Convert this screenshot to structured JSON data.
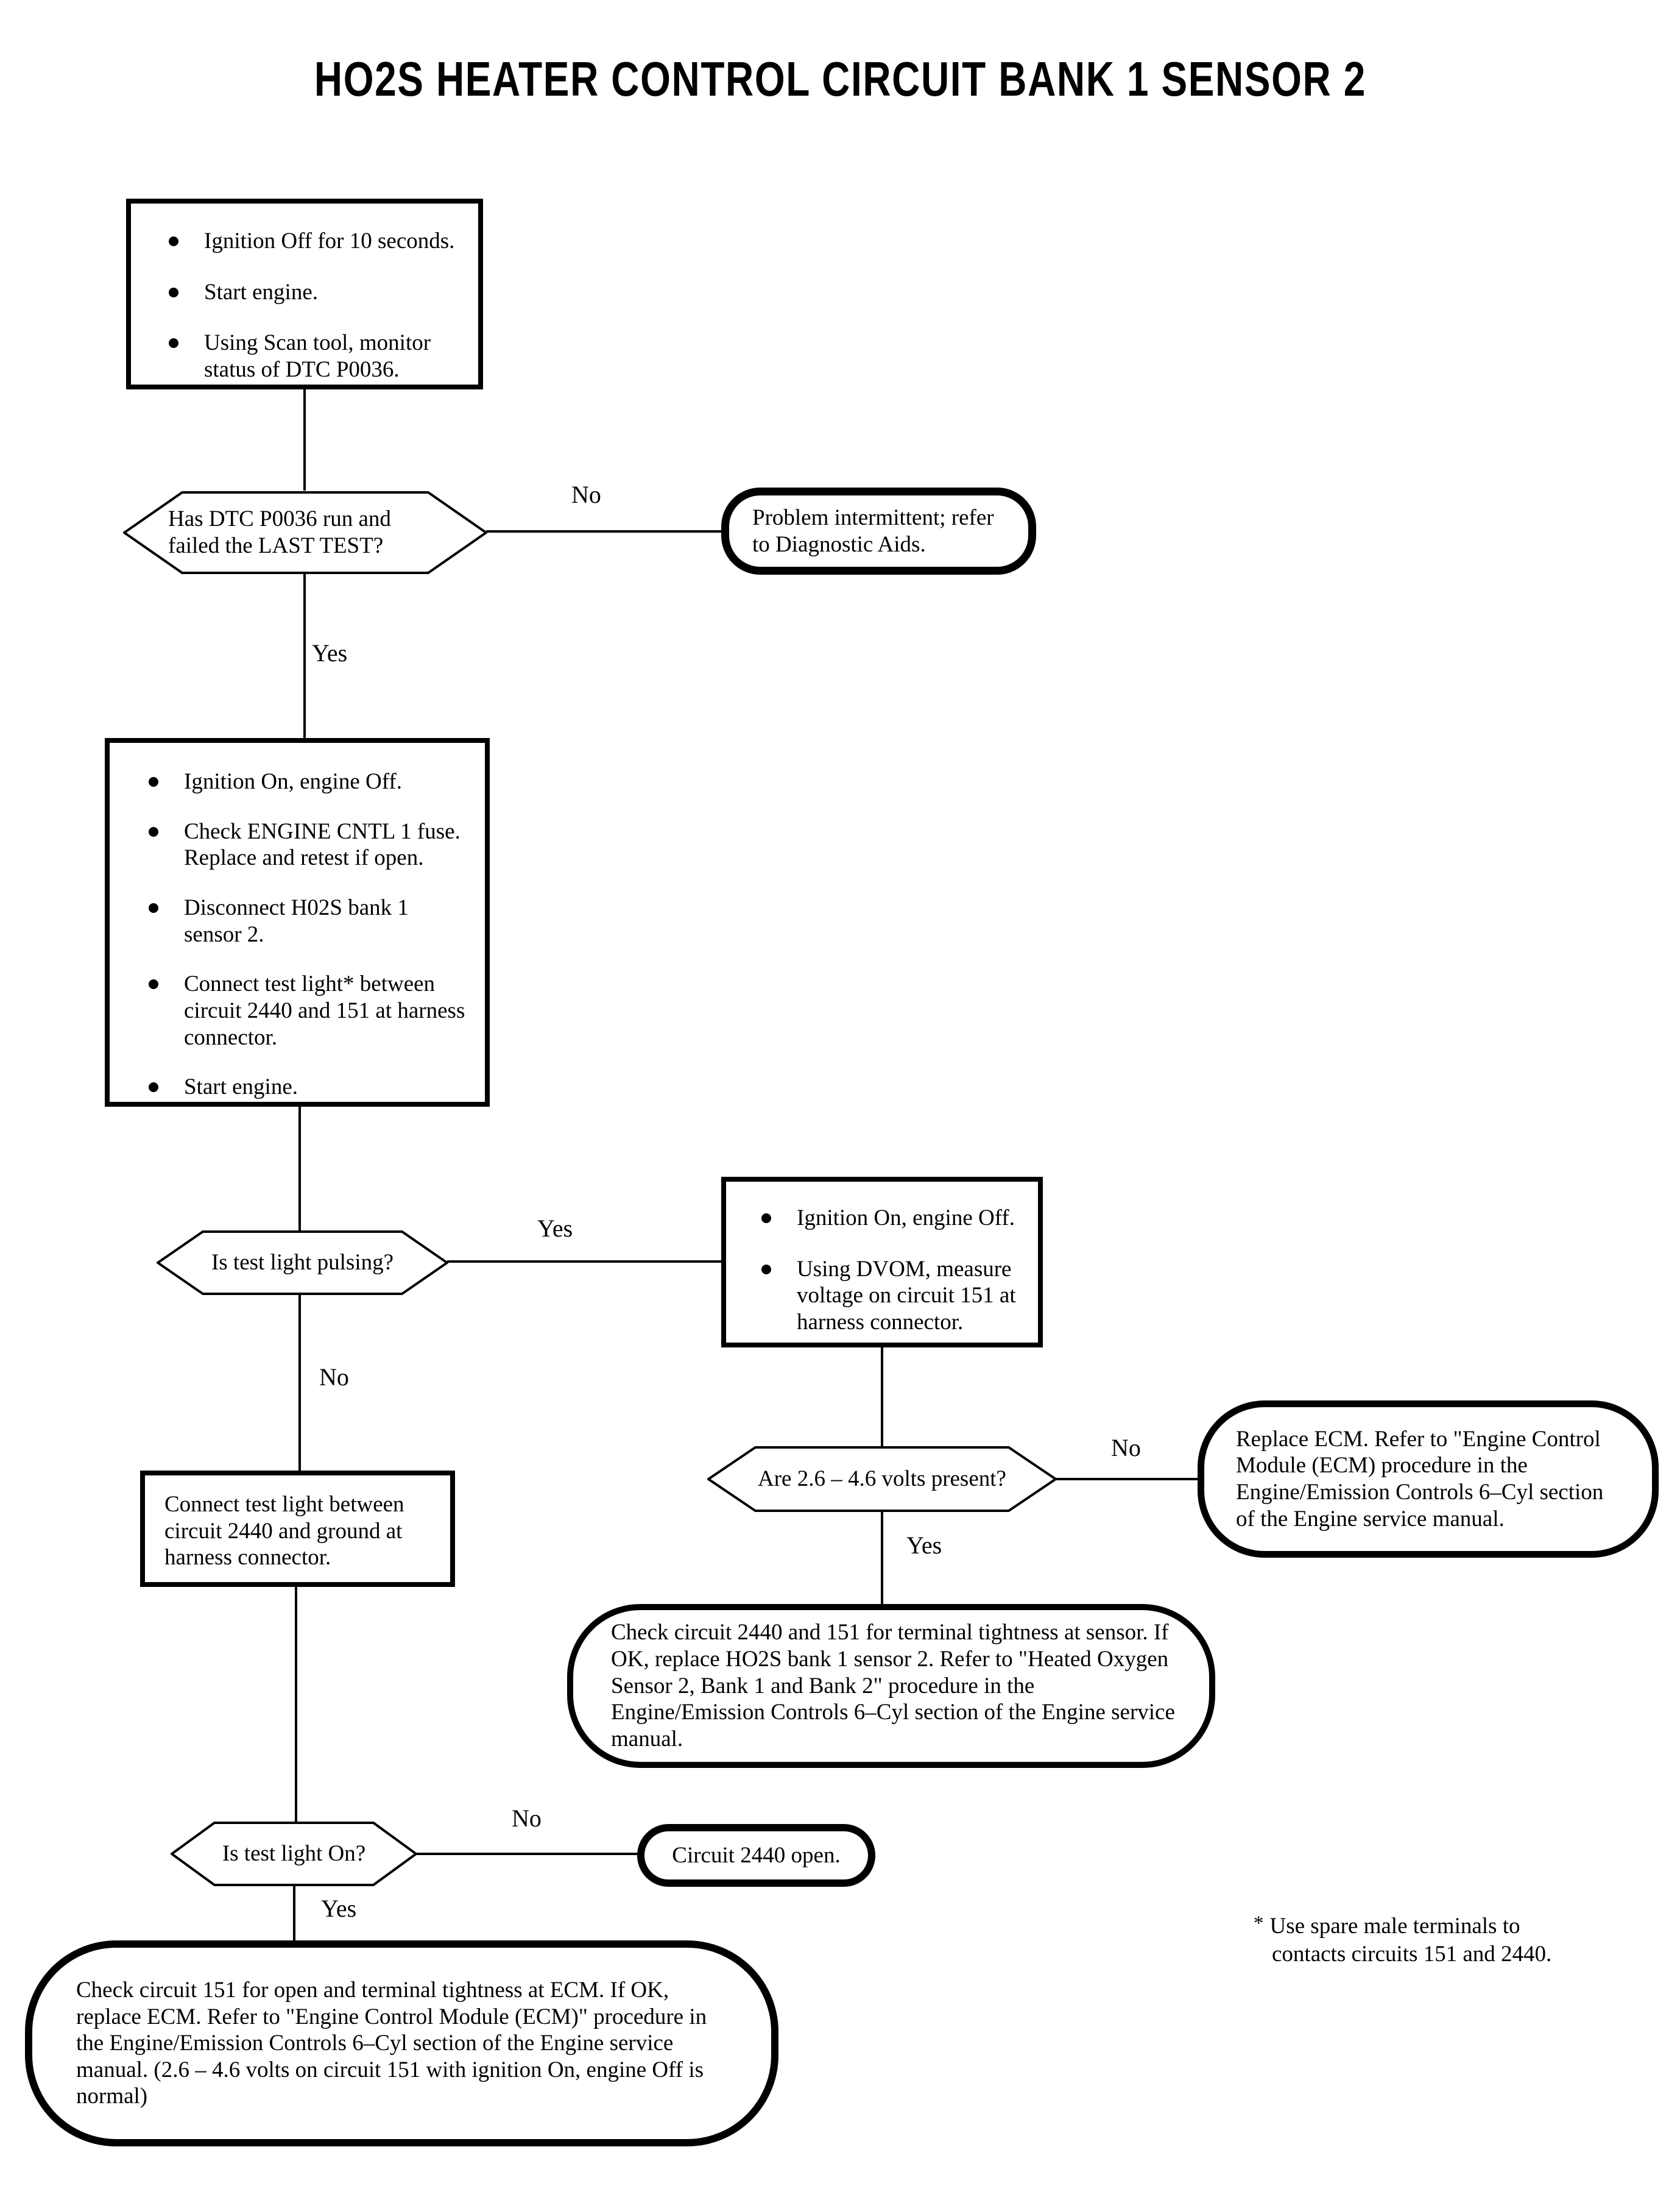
{
  "title": "HO2S HEATER CONTROL CIRCUIT BANK 1 SENSOR 2",
  "labels": {
    "yes": "Yes",
    "no": "No"
  },
  "nodes": {
    "step1": {
      "items": [
        "Ignition Off for 10 seconds.",
        "Start engine.",
        "Using Scan tool, monitor status of DTC P0036."
      ]
    },
    "decision_dtc_run": {
      "label": "Has DTC P0036 run and failed the LAST TEST?"
    },
    "terminal_intermittent": {
      "label": "Problem intermittent; refer to Diagnostic Aids."
    },
    "step2": {
      "items": [
        "Ignition On, engine Off.",
        "Check ENGINE CNTL 1 fuse. Replace and retest if open.",
        "Disconnect H02S bank 1 sensor 2.",
        "Connect test light* between circuit 2440 and 151 at harness connector.",
        "Start engine."
      ]
    },
    "decision_pulsing": {
      "label": "Is test light pulsing?"
    },
    "step3": {
      "items": [
        "Ignition On, engine Off.",
        "Using DVOM, measure voltage on circuit 151 at harness connector."
      ]
    },
    "decision_volts": {
      "label": "Are 2.6 – 4.6 volts present?"
    },
    "terminal_replace_ecm": {
      "label": "Replace ECM. Refer to \"Engine Control Module (ECM) procedure in the Engine/Emission Controls 6–Cyl section of the Engine service manual."
    },
    "terminal_sensor": {
      "label": "Check circuit 2440 and 151 for terminal tightness at sensor. If OK, replace HO2S bank 1 sensor 2. Refer to \"Heated Oxygen Sensor 2, Bank 1 and Bank 2\" procedure in the Engine/Emission Controls 6–Cyl section of the Engine service manual."
    },
    "step4": {
      "label": "Connect test light between circuit 2440 and ground at harness connector."
    },
    "decision_light_on": {
      "label": "Is test light On?"
    },
    "terminal_circuit_open": {
      "label": "Circuit 2440 open."
    },
    "terminal_check_151": {
      "label": "Check circuit 151 for open and terminal tightness at ECM. If OK, replace ECM. Refer to \"Engine Control Module (ECM)\" procedure in the Engine/Emission Controls 6–Cyl section of the Engine service manual. (2.6 – 4.6 volts on circuit 151 with ignition On, engine Off is normal)"
    }
  },
  "footnote": {
    "marker": "*",
    "line1": "Use spare male terminals to",
    "line2": "contacts circuits 151 and 2440."
  },
  "colors": {
    "ink": "#000000",
    "paper": "#ffffff"
  }
}
